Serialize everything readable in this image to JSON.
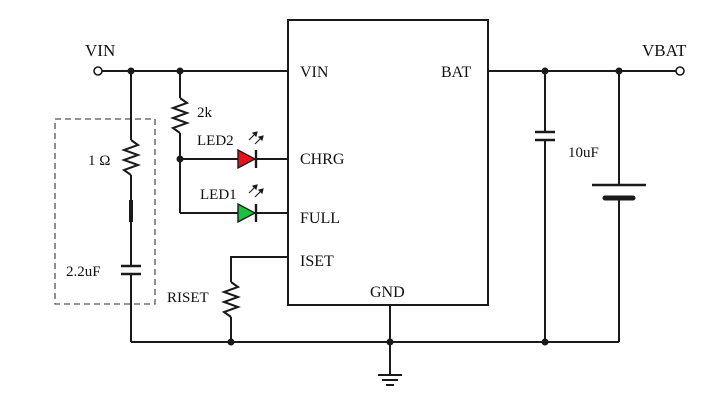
{
  "labels": {
    "vin_terminal": "VIN",
    "vbat_terminal": "VBAT",
    "r_led": "2k",
    "led2": "LED2",
    "led1": "LED1",
    "r_snubber": "1 Ω",
    "c_input": "2.2uF",
    "c_output": "10uF",
    "riset": "RISET"
  },
  "chip_pins": {
    "vin": "VIN",
    "chrg": "CHRG",
    "full": "FULL",
    "iset": "ISET",
    "bat": "BAT",
    "gnd": "GND"
  },
  "colors": {
    "led2": "#e8101a",
    "led1": "#19c33d",
    "wire": "#1a1a1a",
    "dashed_box": "#555555"
  }
}
